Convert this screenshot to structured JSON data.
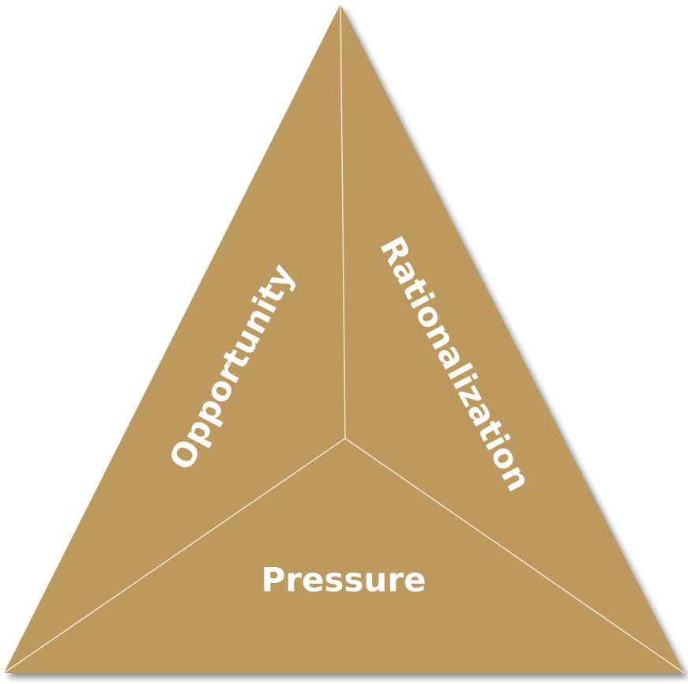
{
  "diagram": {
    "title": "Fraud Triangle",
    "segments": {
      "left": "Opportunity",
      "right": "Rationalization",
      "bottom": "Pressure"
    },
    "colors": {
      "fill": "#BC9A5F",
      "divider": "#F2E6CF",
      "text": "#FFFFFF"
    }
  }
}
